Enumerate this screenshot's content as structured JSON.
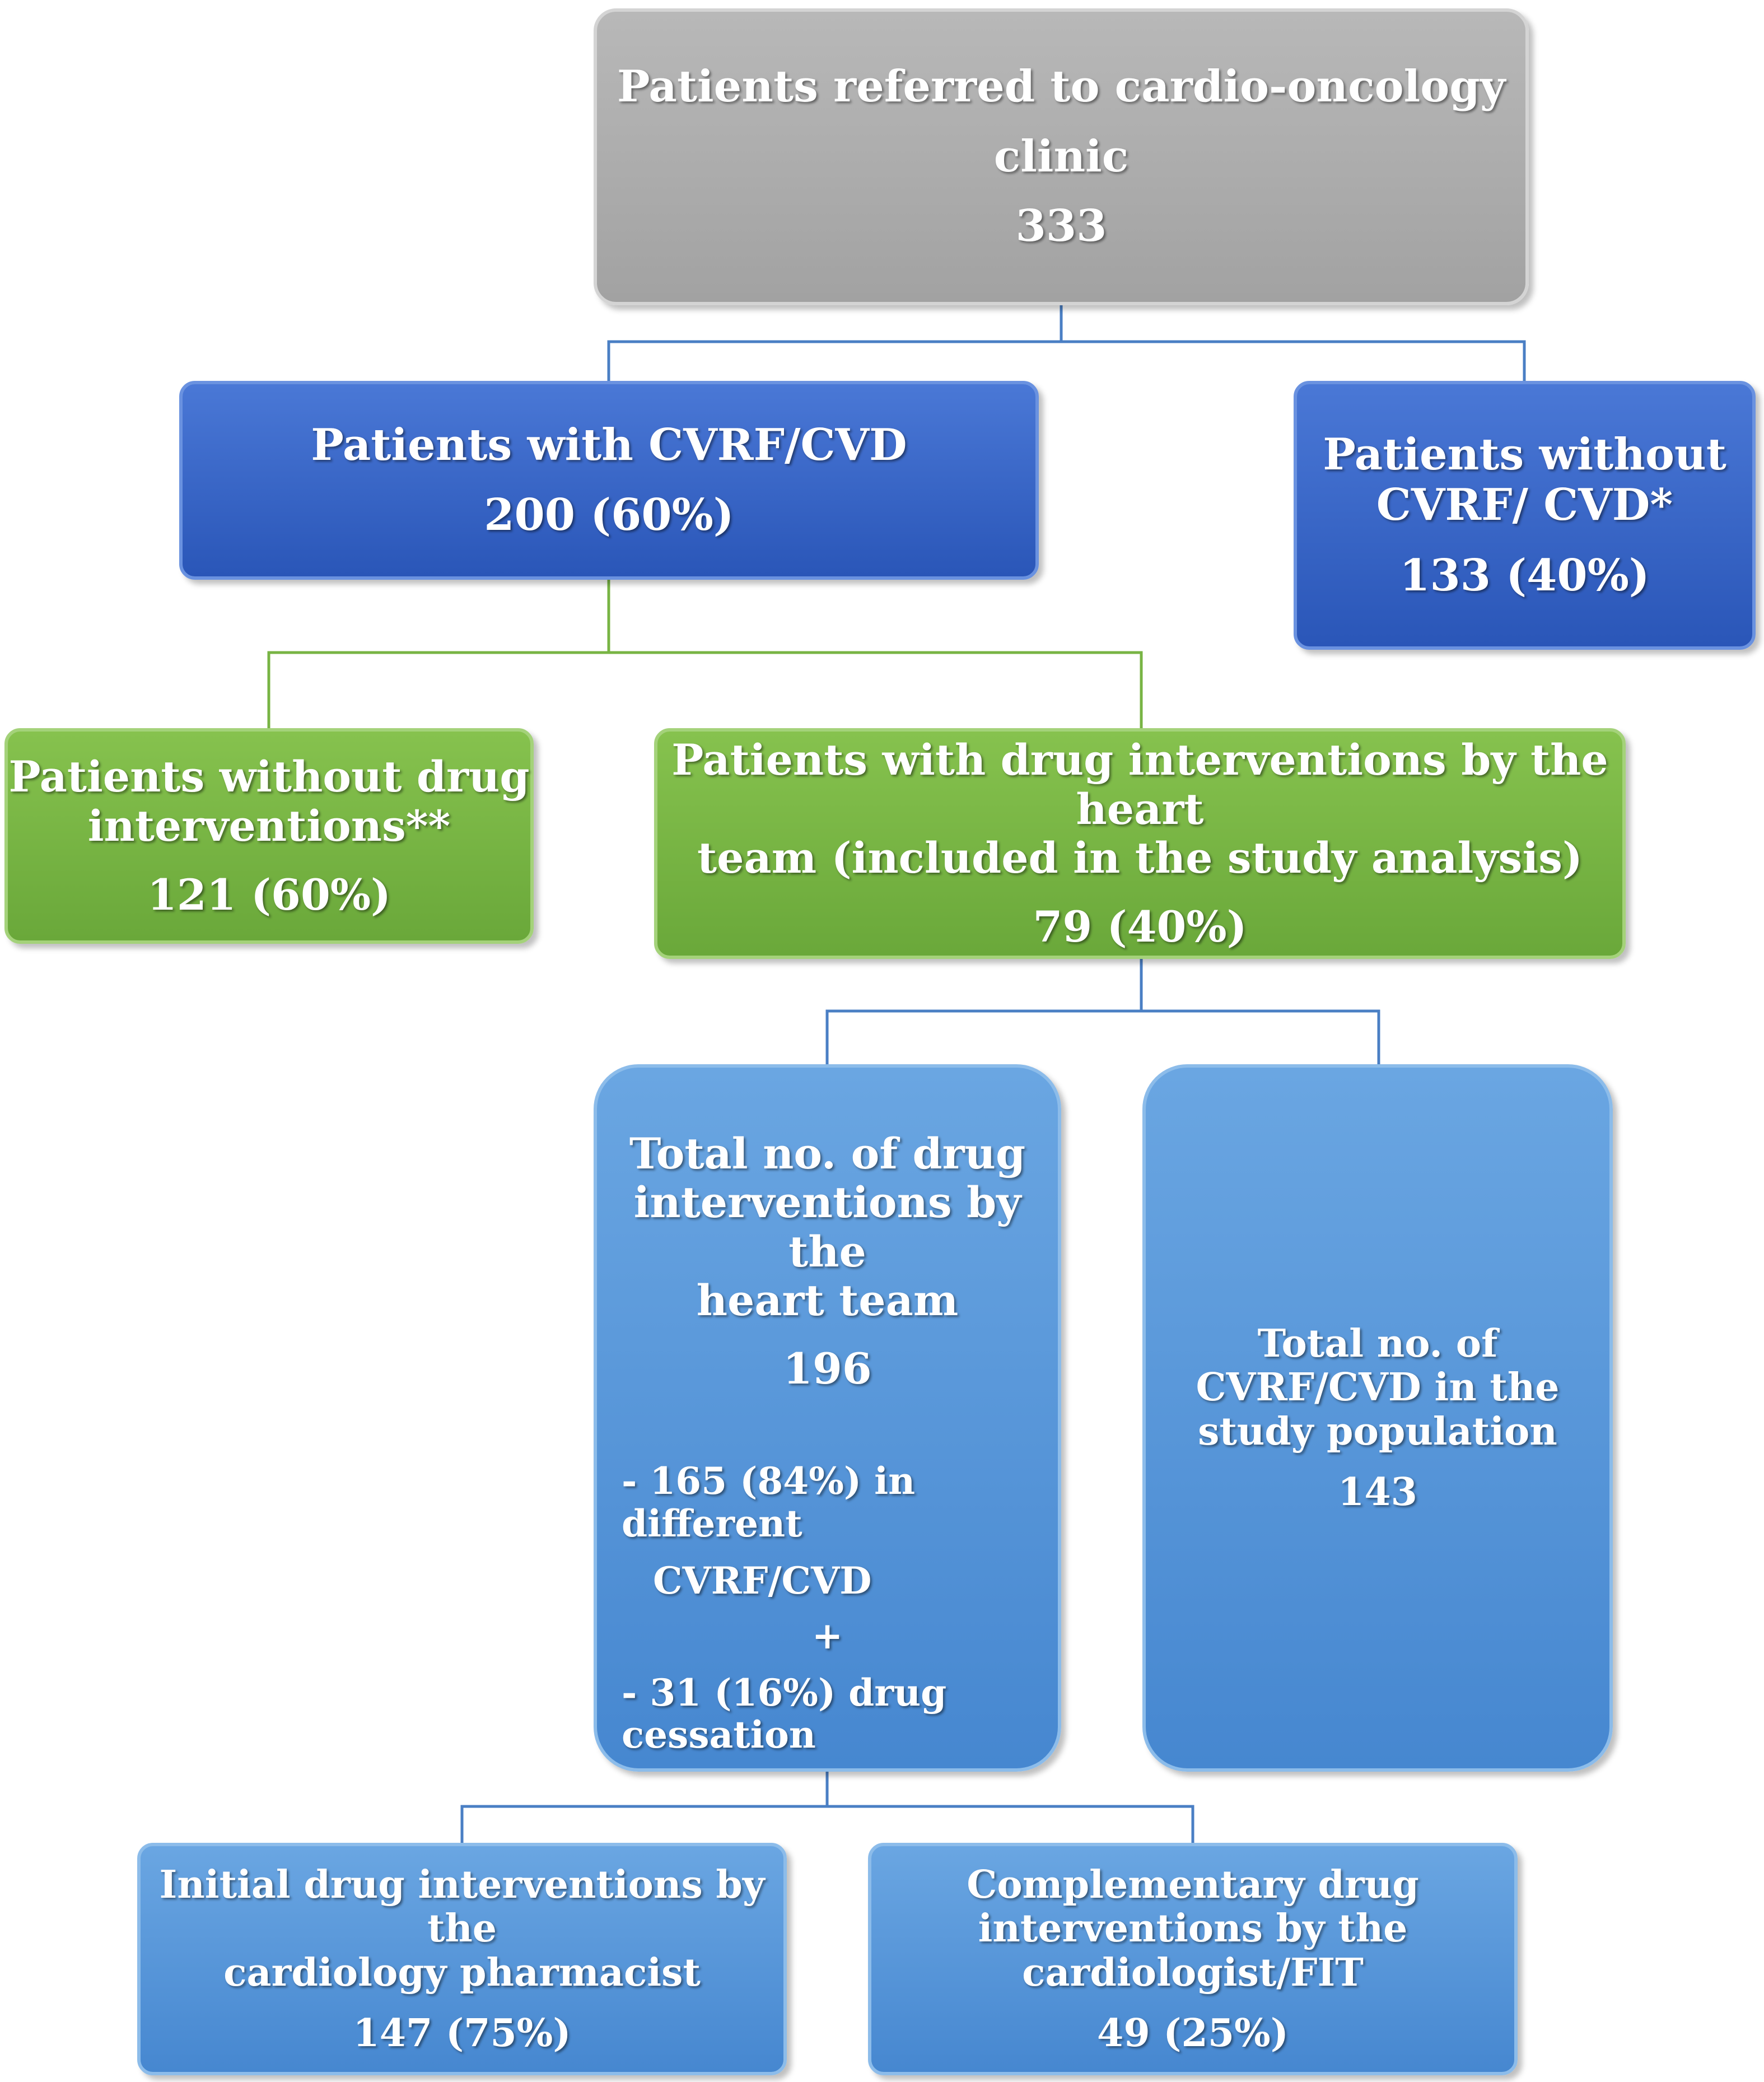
{
  "nodes": {
    "referred": {
      "title": "Patients referred to cardio-oncology clinic",
      "count": "333"
    },
    "with_cvrf": {
      "title": "Patients with CVRF/CVD",
      "count": "200 (60%)"
    },
    "without_cvrf": {
      "title_line1": "Patients without",
      "title_line2": "CVRF/ CVD*",
      "count": "133 (40%)"
    },
    "without_drug": {
      "title_line1": "Patients without drug",
      "title_line2": "interventions**",
      "count": "121 (60%)"
    },
    "with_drug": {
      "title_line1": "Patients with drug interventions by the heart",
      "title_line2": "team (included in the study analysis)",
      "count": "79 (40%)"
    },
    "total_interventions": {
      "title_line1": "Total no. of drug",
      "title_line2": "interventions by the",
      "title_line3": "heart team",
      "count": "196",
      "item1_line1": "- 165 (84%) in different",
      "item1_line2": "CVRF/CVD",
      "plus": "+",
      "item2_line1": "- 31 (16%) drug",
      "item2_line2": "cessation"
    },
    "total_cvrf": {
      "title_line1": "Total no. of",
      "title_line2": "CVRF/CVD in the",
      "title_line3": "study population",
      "count": "143"
    },
    "initial": {
      "title_line1": "Initial drug interventions by the",
      "title_line2": "cardiology pharmacist",
      "count": "147 (75%)"
    },
    "complementary": {
      "title_line1": "Complementary drug",
      "title_line2": "interventions by the",
      "title_line3": "cardiologist/FIT",
      "count": "49 (25%)"
    }
  },
  "colors": {
    "gray": "#a8a8a8",
    "dark_blue": "#3563c6",
    "green": "#78b444",
    "light_blue": "#5596d8",
    "connector_blue": "#4a7fc4",
    "connector_green": "#78b444"
  }
}
